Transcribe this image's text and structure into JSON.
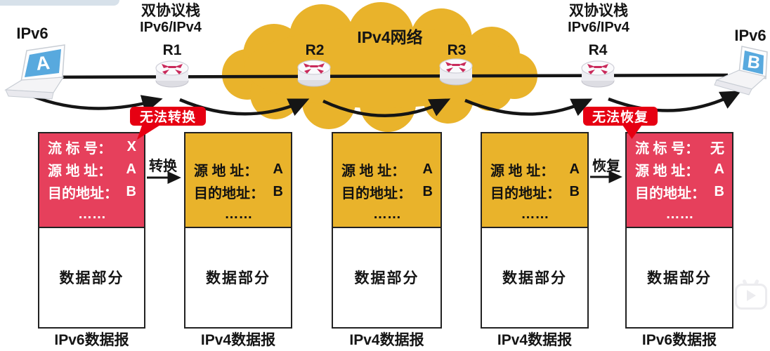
{
  "colors": {
    "gold": "#E9B32B",
    "red": "#E6405C",
    "badge_red": "#E60012",
    "ink": "#151515",
    "screen_blue": "#58A9DE",
    "router_red": "#C92A5B"
  },
  "top": {
    "host_a_label": "IPv6",
    "host_a_letter": "A",
    "host_b_label": "IPv6",
    "host_b_letter": "B",
    "r1_stack_line1": "双协议栈",
    "r1_stack_line2": "IPv6/IPv4",
    "r4_stack_line1": "双协议栈",
    "r4_stack_line2": "IPv6/IPv4",
    "r1": "R1",
    "r2": "R2",
    "r3": "R3",
    "r4": "R4",
    "cloud_label": "IPv4网络",
    "badge_left": "无法转换",
    "badge_right": "无法恢复"
  },
  "flow": {
    "convert_label": "转换",
    "restore_label": "恢复"
  },
  "icons": {
    "router": "router-cylinder-icon",
    "laptop": "laptop-icon",
    "tv_play": "▷"
  },
  "packets": [
    {
      "caption": "IPv6数据报",
      "body": "数据部分",
      "lines": [
        {
          "label": "流 标 号：",
          "value": "X"
        },
        {
          "label": "源 地 址：",
          "value": "A"
        },
        {
          "label": "目的地址：",
          "value": "B"
        },
        {
          "label": "……",
          "value": ""
        }
      ]
    },
    {
      "caption": "IPv4数据报",
      "body": "数据部分",
      "lines": [
        {
          "label": "",
          "value": ""
        },
        {
          "label": "源 地 址：",
          "value": "A"
        },
        {
          "label": "目的地址：",
          "value": "B"
        },
        {
          "label": "……",
          "value": ""
        }
      ]
    },
    {
      "caption": "IPv4数据报",
      "body": "数据部分",
      "lines": [
        {
          "label": "",
          "value": ""
        },
        {
          "label": "源 地 址：",
          "value": "A"
        },
        {
          "label": "目的地址：",
          "value": "B"
        },
        {
          "label": "……",
          "value": ""
        }
      ]
    },
    {
      "caption": "IPv4数据报",
      "body": "数据部分",
      "lines": [
        {
          "label": "",
          "value": ""
        },
        {
          "label": "源 地 址：",
          "value": "A"
        },
        {
          "label": "目的地址：",
          "value": "B"
        },
        {
          "label": "……",
          "value": ""
        }
      ]
    },
    {
      "caption": "IPv6数据报",
      "body": "数据部分",
      "lines": [
        {
          "label": "流 标 号：",
          "value": "无"
        },
        {
          "label": "源 地 址：",
          "value": "A"
        },
        {
          "label": "目的地址：",
          "value": "B"
        },
        {
          "label": "……",
          "value": ""
        }
      ]
    }
  ]
}
